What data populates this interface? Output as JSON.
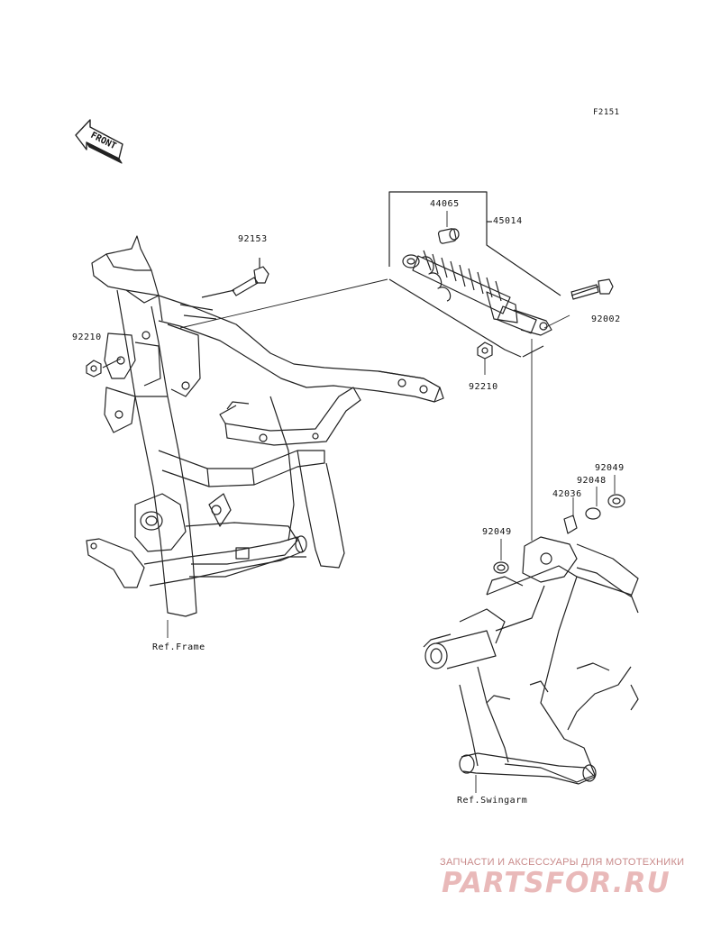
{
  "diagram": {
    "figure_code": "F2151",
    "front_arrow_text": "FRONT",
    "parts": {
      "p44065": "44065",
      "p45014": "45014",
      "p92153": "92153",
      "p92210a": "92210",
      "p92210b": "92210",
      "p92002": "92002",
      "p92049a": "92049",
      "p92048": "92048",
      "p42036": "42036",
      "p92049b": "92049"
    },
    "refs": {
      "frame": "Ref.Frame",
      "swingarm": "Ref.Swingarm"
    }
  },
  "watermark": {
    "subtitle": "ЗАПЧАСТИ И АКСЕССУАРЫ ДЛЯ МОТОТЕХНИКИ",
    "logo": "PARTSFOR.RU"
  },
  "colors": {
    "line": "#222222",
    "watermark": "#e9b9b9"
  }
}
